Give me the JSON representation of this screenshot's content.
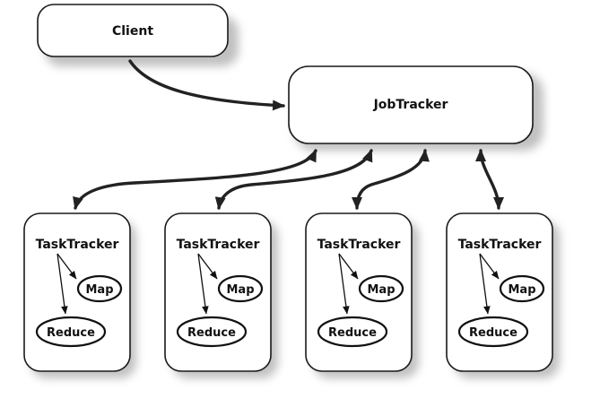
{
  "client": {
    "label": "Client"
  },
  "jobtracker": {
    "label": "JobTracker"
  },
  "tasktrackers": [
    {
      "label": "TaskTracker",
      "map": "Map",
      "reduce": "Reduce"
    },
    {
      "label": "TaskTracker",
      "map": "Map",
      "reduce": "Reduce"
    },
    {
      "label": "TaskTracker",
      "map": "Map",
      "reduce": "Reduce"
    },
    {
      "label": "TaskTracker",
      "map": "Map",
      "reduce": "Reduce"
    }
  ],
  "colors": {
    "stroke": "#1a1a1a",
    "shadow": "#8d8d8d",
    "fill": "#ffffff"
  }
}
